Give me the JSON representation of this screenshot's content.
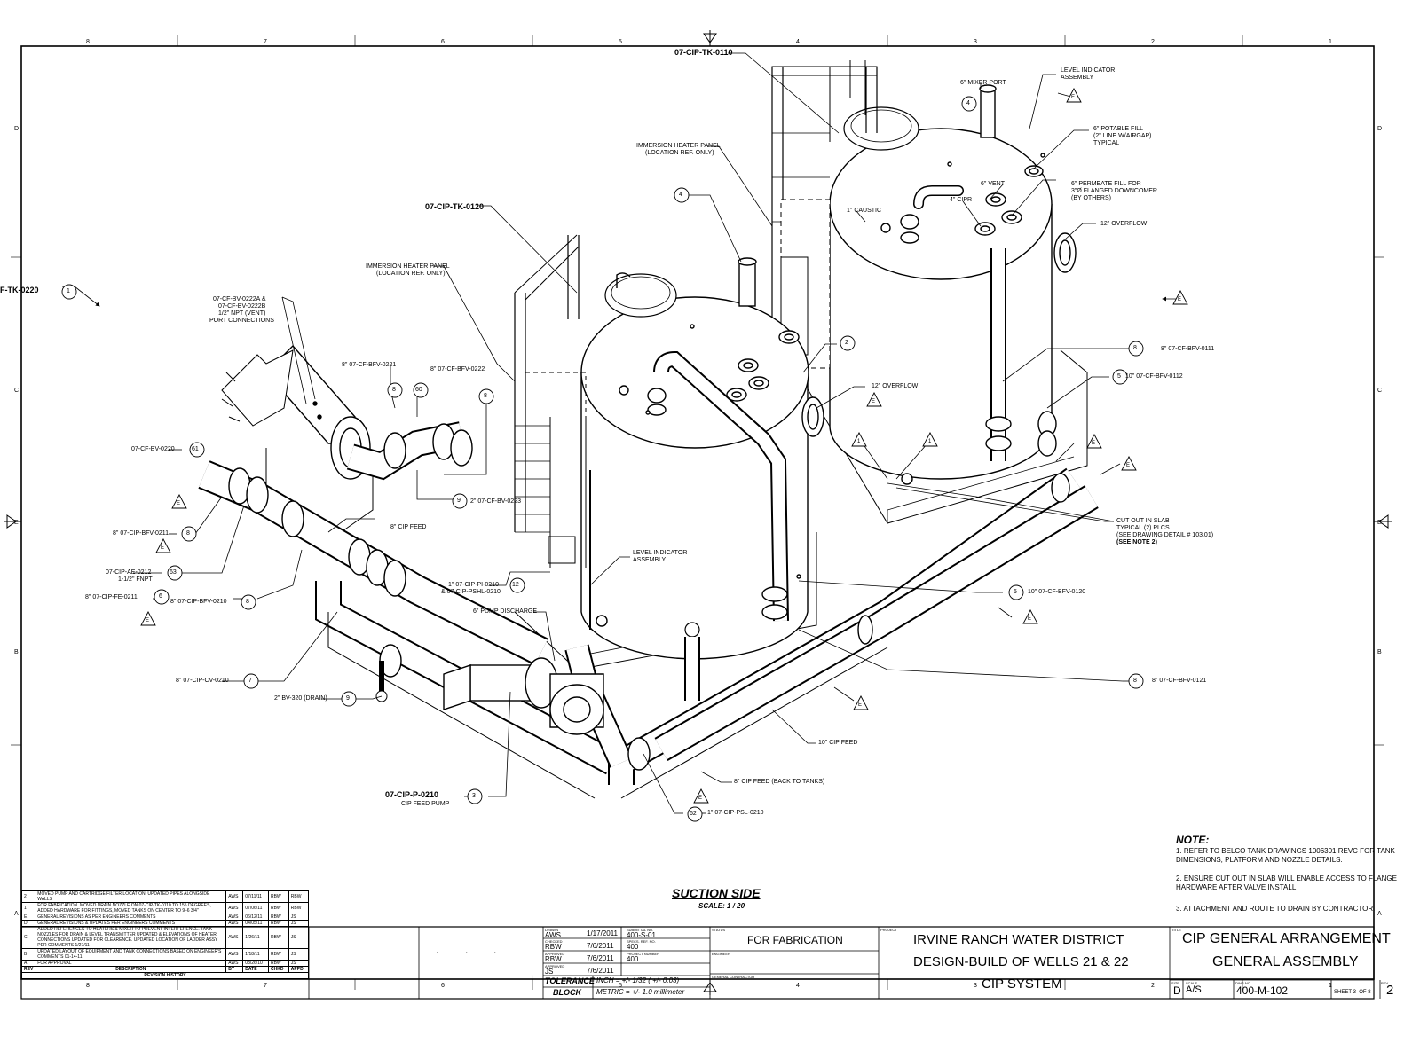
{
  "zones": {
    "top": [
      "8",
      "7",
      "6",
      "5",
      "4",
      "3",
      "2",
      "1"
    ],
    "side": [
      "D",
      "C",
      "B",
      "A"
    ],
    "edge_letter": "E"
  },
  "title_block": {
    "drawn_label": "DRAWN",
    "drawn_by": "AWS",
    "drawn_date": "1/17/2011",
    "checked_label": "CHECKED",
    "checked_by": "RBW",
    "checked_date": "7/6/2011",
    "approved_label": "APPROVED",
    "approved_by": "RBW",
    "approved_date": "7/6/2011",
    "approved2_label": "APPROVED",
    "approved2_by": "JS",
    "approved2_date": "7/6/2011",
    "submittal_label": "SUBMITTAL NO.",
    "submittal_no": "400-S-01",
    "spec_label": "SPECS. REF. NO.",
    "spec_no": "400",
    "project_number_label": "PROJECT NUMBER",
    "project_number": "400",
    "tolerance_label": "TOLERANCE",
    "block_label": "BLOCK",
    "inch": "INCH = +/- 1/32 ( +/- 0.03)",
    "metric": "METRIC = +/- 1.0 millimeter",
    "status_label": "STATUS",
    "status": "FOR FABRICATION",
    "engineer_label": "ENGINEER",
    "contractor_label": "GENERAL CONTRACTOR",
    "project_label": "PROJECT",
    "project_line1": "IRVINE RANCH WATER DISTRICT",
    "project_line2": "DESIGN-BUILD OF WELLS 21 & 22",
    "project_line3": "CIP SYSTEM",
    "title_label": "TITLE",
    "title_line1": "CIP GENERAL ARRANGEMENT",
    "title_line2": "GENERAL ASSEMBLY",
    "size_label": "SIZE",
    "size": "D",
    "scale_label": "SCALE",
    "scale": "A/S",
    "dwg_label": "DWG NO.",
    "dwg_no": "400-M-102",
    "sheet": "SHEET 3  OF 8",
    "rev_label": "REV",
    "rev": "2",
    "dot_text": ".",
    "num_1": "1"
  },
  "revisions": {
    "headers": [
      "REV",
      "DESCRIPTION",
      "BY",
      "DATE",
      "CHKD",
      "APPD"
    ],
    "footer": "REVISION HISTORY",
    "rows": [
      {
        "rev": "2",
        "desc": "MOVED PUMP AND CARTRIDGE FILTER LOCATION, UPDATED PIPES ALONGSIDE WALLS",
        "by": "AWS",
        "date": "07/11/11",
        "chkd": "RBW",
        "appd": "RBW"
      },
      {
        "rev": "1",
        "desc": "FOR FABRICATION. MOVED DRAIN NOZZLE ON 07-CIP-TK-0110 TO 155 DEGREES, ADDED HARDWARE FOR FITTINGS, MOVED TANKS ON CENTER TO 9'-6 3/4\"",
        "by": "AWS",
        "date": "07/06/11",
        "chkd": "RBW",
        "appd": "RBW"
      },
      {
        "rev": "E",
        "desc": "GENERAL REVISIONS AS PER ENGINEERS COMMENTS",
        "by": "AWS",
        "date": "06/12/11",
        "chkd": "RBW",
        "appd": "JS"
      },
      {
        "rev": "D",
        "desc": "GENERAL REVISIONS & UPDATES PER ENGINEERS COMMENTS",
        "by": "AWS",
        "date": "04/05/11",
        "chkd": "RBW",
        "appd": "JS"
      },
      {
        "rev": "C",
        "desc": "ADDED REFERENCES TO HEATERS & MIXER TO PREVENT INTERFERENCE. TANK NOZZLES FOR DRAIN & LEVEL TRANSMITTER UPDATED & ELEVATIONS OF HEATER CONNECTIONS UPDATED FOR CLEARENCE. UPDATED LOCATION OF LADDER ASSY PER COMMENTS 1/27/11",
        "by": "AWS",
        "date": "1/26/11",
        "chkd": "RBW",
        "appd": "JS"
      },
      {
        "rev": "B",
        "desc": "UPDATED LAYOUT OF EQUIPMENT AND TANK CONNECTIONS BASED ON ENGINEER'S COMMENTS 01-14-11",
        "by": "AWS",
        "date": "1/18/11",
        "chkd": "RBW",
        "appd": "JS"
      },
      {
        "rev": "A",
        "desc": "FOR APPROVAL",
        "by": "AWS",
        "date": "08/26/10",
        "chkd": "RBW",
        "appd": "JS"
      }
    ]
  },
  "view": {
    "title": "SUCTION SIDE",
    "scale": "SCALE: 1 / 20"
  },
  "notes": {
    "heading": "NOTE:",
    "n1a": "1. REFER TO BELCO TANK DRAWINGS 1006301 REVC FOR TANK",
    "n1b": "DIMENSIONS, PLATFORM AND NOZZLE DETAILS.",
    "n2a": "2. ENSURE CUT OUT IN SLAB WILL ENABLE ACCESS TO FLANGE",
    "n2b": "HARDWARE AFTER VALVE INSTALL",
    "n3": "3. ATTACHMENT AND ROUTE TO DRAIN BY CONTRACTOR."
  },
  "labels": {
    "tk0110": "07-CIP-TK-0110",
    "tk0120": "07-CIP-TK-0120",
    "tk0220": "F-TK-0220",
    "p0210": "07-CIP-P-0210",
    "cip_feed_pump": "CIP FEED PUMP",
    "level_ind_r1": "LEVEL INDICATOR",
    "level_ind_r2": "ASSEMBLY",
    "mixer_port": "6\" MIXER PORT",
    "potable1": "6\" POTABLE FILL",
    "potable2": "(2\" LINE W/AIRGAP)",
    "potable3": "TYPICAL",
    "vent6": "6\" VENT",
    "cipr4": "4\" CIPR",
    "permeate1": "6\" PERMEATE FILL FOR",
    "permeate2": "3\"Ø FLANGED DOWNCOMER",
    "permeate3": "(BY OTHERS)",
    "caustic": "1\" CAUSTIC",
    "overflow_r": "12\" OVERFLOW",
    "overflow_m": "12\" OVERFLOW",
    "heater_panel_top1": "IMMERSION HEATER PANEL",
    "heater_panel_top2": "(LOCATION REF. ONLY)",
    "heater_panel_l1": "IMMERSION HEATER PANEL",
    "heater_panel_l2": "(LOCATION REF. ONLY)",
    "bv0222ab1": "07-CF-BV-0222A &",
    "bv0222ab2": "07-CF-BV-0222B",
    "bv0222ab3": "1/2\" NPT (VENT)",
    "bv0222ab4": "PORT CONNECTIONS",
    "bfv0221": "8\" 07-CF-BFV-0221",
    "bfv0222": "8\" 07-CF-BFV-0222",
    "bv0220": "07-CF-BV-0220",
    "cf_bv_mid": "2\" 07-CF-BV-0223",
    "cip_feed8": "8\" CIP FEED",
    "bfv0211": "8\" 07-CIP-BFV-0211",
    "ae0212a": "07-CIP-AE-0212",
    "ae0212b": "1-1/2\" FNPT",
    "fe0211": "8\" 07-CIP-FE-0211",
    "bfv0210": "8\" 07-CIP-BFV-0210",
    "cv0210": "8\" 07-CIP-CV-0210",
    "bv320": "2\" BV-320 (DRAIN)",
    "pi0210a": "1\" 07-CIP-PI-0210",
    "pi0210b": "& 07-CIP-PSHL-0210",
    "pump_discharge": "6\" PUMP DISCHARGE",
    "level_ind_m1": "LEVEL INDICATOR",
    "level_ind_m2": "ASSEMBLY",
    "bfv0111": "8\" 07-CF-BFV-0111",
    "bfv0112": "10\" 07-CF-BFV-0112",
    "cutout1": "CUT OUT IN SLAB",
    "cutout2": "TYPICAL (2) PLCS.",
    "cutout3": "(SEE DRAWING DETAIL # 103.01)",
    "cutout4": "(SEE NOTE 2)",
    "bfv0120": "10\" 07-CF-BFV-0120",
    "bfv0121": "8\" 07-CF-BFV-0121",
    "cip_feed10": "10\" CIP FEED",
    "cip_feed_back": "8\" CIP FEED (BACK TO TANKS)",
    "psl0210": "1\" 07-CIP-PSL-0210"
  },
  "balloons": {
    "b1": "1",
    "b2": "2",
    "b3": "3",
    "b4a": "4",
    "b4b": "4",
    "b5a": "5",
    "b5b": "5",
    "b6": "6",
    "b7": "7",
    "b8a": "8",
    "b8b": "8",
    "b8c": "8",
    "b8d": "8",
    "b8e": "8",
    "b9a": "9",
    "b9b": "9",
    "b60": "60",
    "b61": "61",
    "b62": "62",
    "b63": "63",
    "b12": "12"
  }
}
